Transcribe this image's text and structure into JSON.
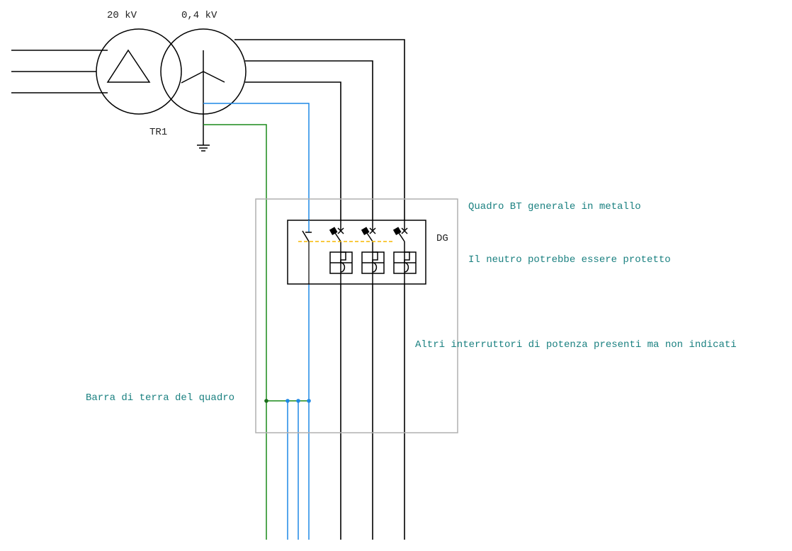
{
  "diagram": {
    "title": "Schema TN-S: trasformatore MT/BT e quadro BT generale",
    "colors": {
      "phase": "#000000",
      "neutral": "#1e88e5",
      "protective_earth": "#1a8a1a",
      "mechanical_link": "#f5b800",
      "enclosure": "#b0b0b0",
      "annotation": "#1a8080"
    },
    "transformer": {
      "id": "TR1",
      "primary_voltage": "20 kV",
      "secondary_voltage": "0,4 kV",
      "primary_winding": "delta",
      "secondary_winding": "star"
    },
    "panel": {
      "label": "Quadro BT generale in metallo",
      "breaker_label": "DG",
      "neutral_note": "Il neutro potrebbe essere protetto",
      "other_breakers_note": "Altri interruttori di potenza presenti ma non indicati",
      "earth_bar_label": "Barra di terra del quadro"
    },
    "conductors": {
      "primary_phases": 3,
      "secondary_phases": 3,
      "neutral": 1,
      "pe": 1,
      "outgoing_blue": 3
    }
  }
}
